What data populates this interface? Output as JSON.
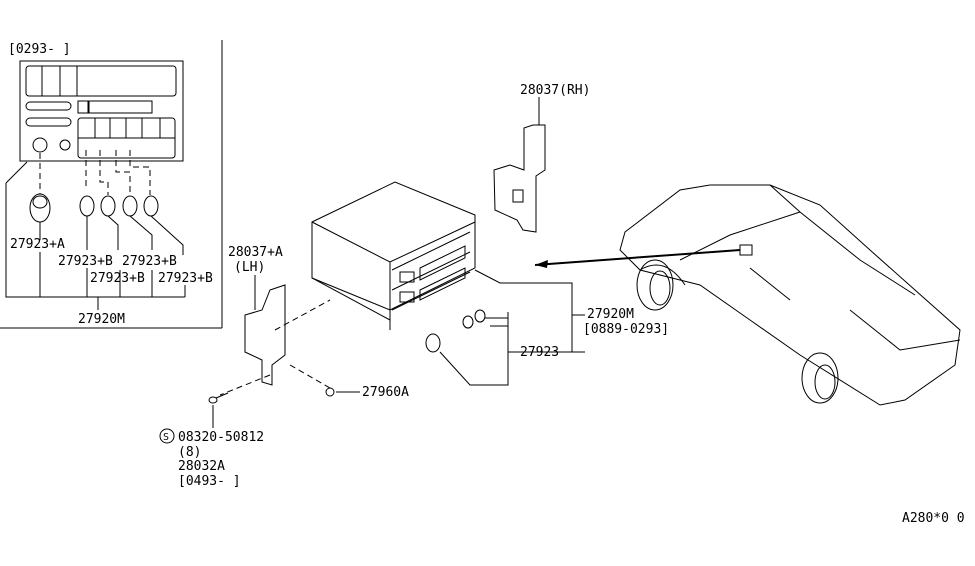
{
  "inset": {
    "date_range": "[0293-     ]",
    "knob_a_label": "27923+A",
    "knob_b_labels": [
      "27923+B",
      "27923+B",
      "27923+B",
      "27923+B"
    ],
    "assembly_label": "27920M"
  },
  "main": {
    "bracket_rh_label": "28037(RH)",
    "bracket_lh_label": "28037+A",
    "bracket_lh_side": "(LH)",
    "radio_label": "27920M",
    "radio_date_range": "[0889-0293]",
    "knob_label": "27923",
    "screw_label": "27960A",
    "bolt_symbol": "S",
    "bolt_part": "08320-50812",
    "bolt_qty": "(8)",
    "bolt_alt_part": "28032A",
    "bolt_date_range": "[0493-     ]"
  },
  "footer": {
    "diagram_code": "A280*0 0"
  }
}
